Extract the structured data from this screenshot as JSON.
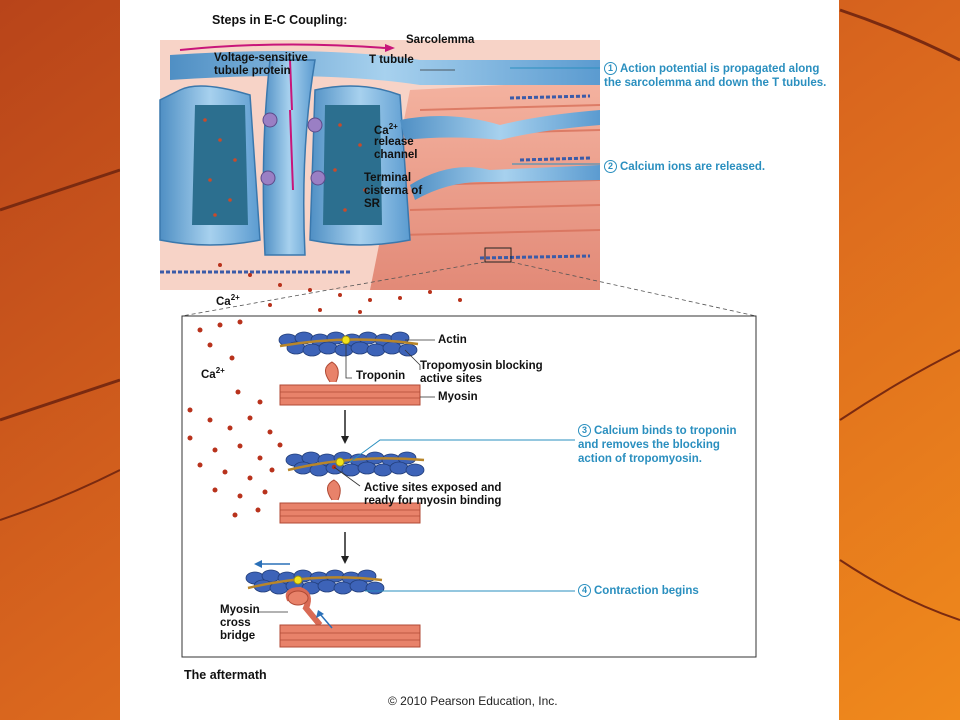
{
  "title": "Steps in E-C Coupling:",
  "labels": {
    "sarcolemma": "Sarcolemma",
    "voltage_sensitive": "Voltage-sensitive tubule protein",
    "t_tubule": "T tubule",
    "ca_release": "release channel",
    "terminal": "Terminal cisterna of SR",
    "ca_bottom": "Ca",
    "actin": "Actin",
    "tropomyosin": "Tropomyosin blocking active sites",
    "troponin": "Troponin",
    "myosin": "Myosin",
    "ca_inset": "Ca",
    "active_sites": "Active sites exposed and ready for  myosin binding",
    "cross_bridge": "Myosin cross bridge"
  },
  "charge": "2+",
  "steps": [
    {
      "num": "1",
      "text": "Action potential is propagated along the sarcolemma and down the T tubules."
    },
    {
      "num": "2",
      "text": "Calcium ions are released."
    },
    {
      "num": "3",
      "text": "Calcium binds to troponin and removes the blocking action of tropomyosin."
    },
    {
      "num": "4",
      "text": "Contraction begins"
    }
  ],
  "footer": "The aftermath",
  "copyright": "© 2010 Pearson Education, Inc.",
  "colors": {
    "accent": "#2a8fbf",
    "background": "#c9561a",
    "membrane": "#7fb6dc",
    "muscle": "#e8826a"
  }
}
